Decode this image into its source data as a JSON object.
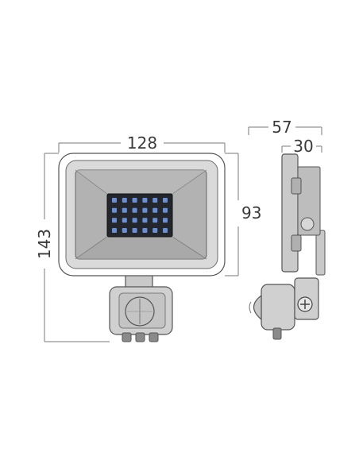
{
  "dimensions": {
    "width": "128",
    "height_front": "93",
    "height_total": "143",
    "depth_total": "57",
    "depth_body": "30"
  },
  "leds": {
    "rows": 4,
    "cols": 6
  },
  "colors": {
    "dim_line": "#7a7a7a",
    "body_fill": "#d3d3d3",
    "panel_fill": "#a9a9a9",
    "led_module": "#23262d",
    "led_dot": "#6b8fd0",
    "outline": "#555555"
  }
}
